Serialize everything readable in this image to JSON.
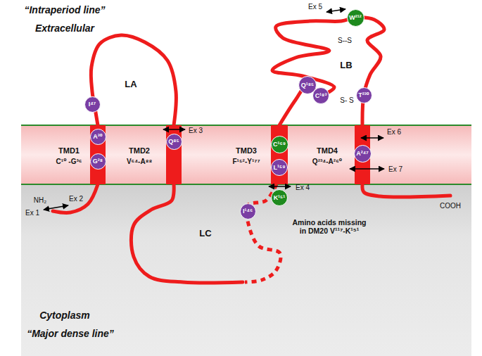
{
  "diagram": {
    "nodes": [
      {
        "text": [
          "I⁴⁷"
        ]
      },
      {
        "text": [
          "A³⁰"
        ]
      },
      {
        "text": [
          "G²⁸"
        ]
      },
      {
        "text": [
          "Q⁸⁵"
        ]
      },
      {
        "text": [
          "W²¹²"
        ]
      },
      {
        "text": [
          "Q¹⁸⁵"
        ]
      },
      {
        "text": [
          "C¹⁸³"
        ]
      },
      {
        "text": [
          "T²³⁰"
        ]
      },
      {
        "text": [
          "C¹⁶⁹"
        ]
      },
      {
        "text": [
          "L¹⁵⁹"
        ]
      },
      {
        "text": [
          "A²⁴⁷"
        ]
      },
      {
        "text": [
          "K¹⁵¹"
        ]
      },
      {
        "text": [
          "I¹⁴⁶"
        ]
      }
    ],
    "labels": [
      "“Intraperiod line”",
      "Extracellular",
      "LA",
      "Ex 5",
      "S--S",
      "LB",
      "S- S",
      "Ex 3",
      "Ex 6",
      "TMD1",
      "C¹⁰ -G³⁶",
      "TMD2",
      "V⁶⁴-A⁸⁸",
      "TMD3",
      "F¹⁵²-Y¹⁷⁷",
      "TMD4",
      "Q²³⁴-A²⁶⁰",
      "Ex 7",
      "Ex 4",
      "NH₂",
      "Ex 2",
      "Ex 1",
      "COOH",
      "LC",
      "Amino acids missing in DM20 V¹¹⁷-K¹⁵¹",
      "Cytoplasm",
      "“Major dense line”"
    ]
  }
}
